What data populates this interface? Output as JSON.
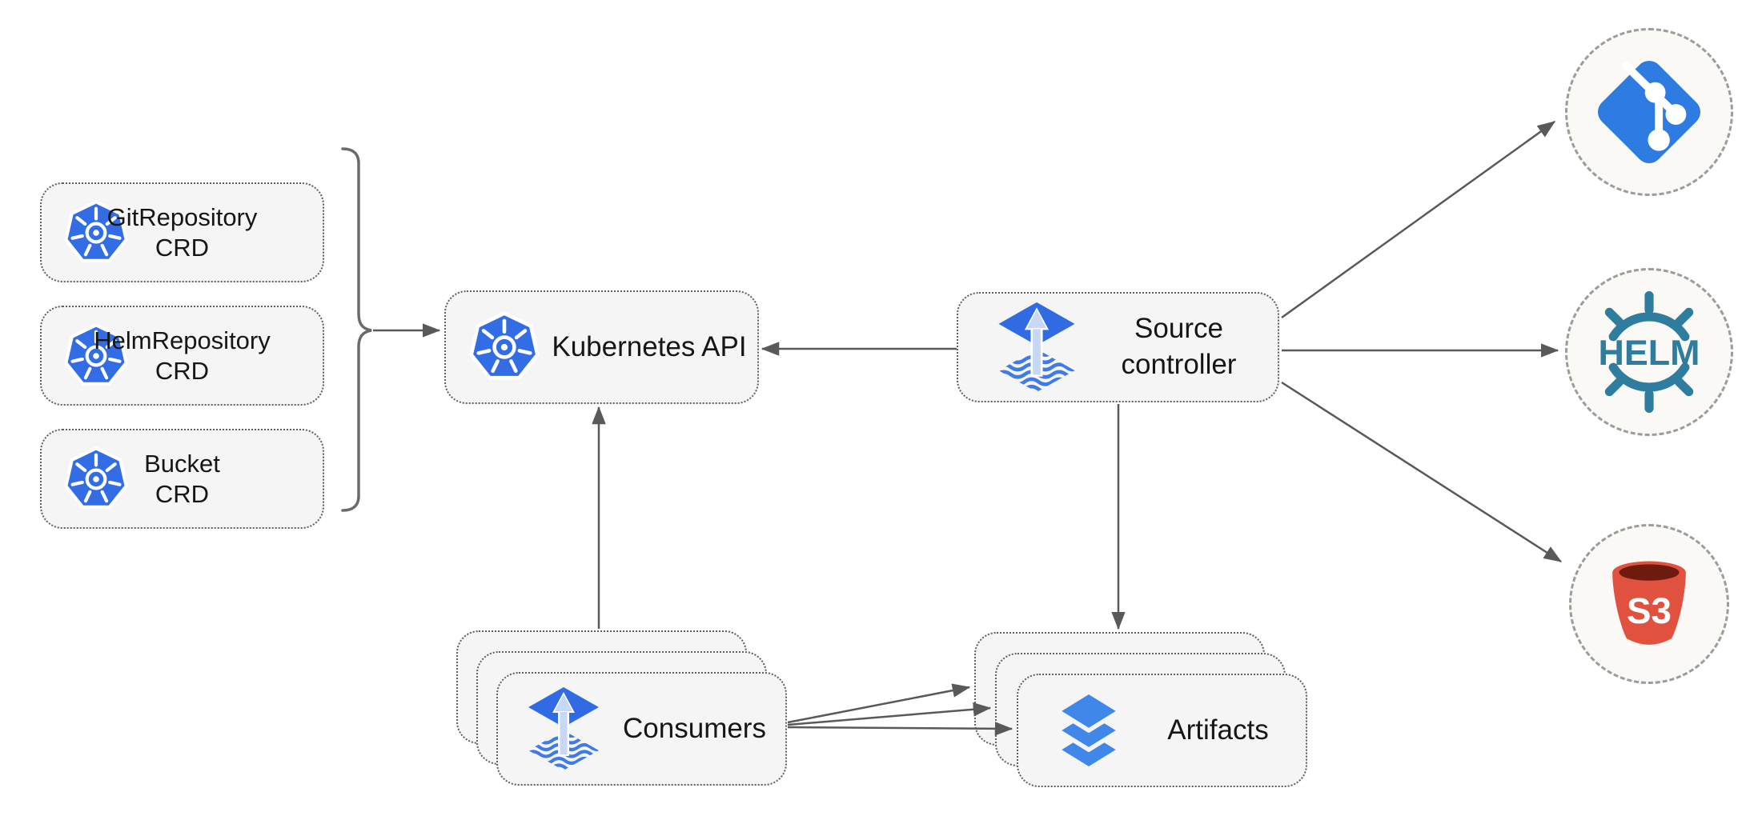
{
  "nodes": {
    "crd": [
      {
        "id": "gitrepository-crd",
        "label_line1": "GitRepository",
        "label_line2": "CRD",
        "icon": "kubernetes-icon"
      },
      {
        "id": "helmrepository-crd",
        "label_line1": "HelmRepository",
        "label_line2": "CRD",
        "icon": "kubernetes-icon"
      },
      {
        "id": "bucket-crd",
        "label_line1": "Bucket",
        "label_line2": "CRD",
        "icon": "kubernetes-icon"
      }
    ],
    "kubernetes_api": {
      "label": "Kubernetes API",
      "icon": "kubernetes-icon"
    },
    "source_controller": {
      "label_line1": "Source",
      "label_line2": "controller",
      "icon": "flux-source-controller-icon"
    },
    "consumers": {
      "label": "Consumers",
      "icon": "flux-source-controller-icon",
      "stack_count": 3
    },
    "artifacts": {
      "label": "Artifacts",
      "icon": "layers-icon",
      "stack_count": 3
    },
    "git_endpoint": {
      "icon": "git-icon"
    },
    "helm_endpoint": {
      "icon": "helm-icon",
      "label": "HELM"
    },
    "s3_endpoint": {
      "icon": "s3-bucket-icon",
      "label": "S3"
    }
  },
  "edges": [
    {
      "from": "crd-group",
      "to": "kubernetes-api",
      "style": "arrow",
      "via": "curly-brace"
    },
    {
      "from": "source-controller",
      "to": "kubernetes-api",
      "style": "arrow"
    },
    {
      "from": "consumers",
      "to": "kubernetes-api",
      "style": "arrow"
    },
    {
      "from": "source-controller",
      "to": "artifacts",
      "style": "arrow"
    },
    {
      "from": "source-controller",
      "to": "git-endpoint",
      "style": "arrow"
    },
    {
      "from": "source-controller",
      "to": "helm-endpoint",
      "style": "arrow"
    },
    {
      "from": "source-controller",
      "to": "s3-endpoint",
      "style": "arrow"
    },
    {
      "from": "consumers",
      "to": "artifacts",
      "style": "arrow",
      "count": 3
    }
  ],
  "colors": {
    "kubernetes_blue": "#326de6",
    "flux_blue": "#316be3",
    "flux_wave_blue": "#3f7ae8",
    "flux_arrow_light": "#c7d7f6",
    "layers_blue": "#3f87e8",
    "git_blue": "#2e7ce1",
    "helm_teal": "#2e7d9f",
    "s3_red": "#e0523f",
    "s3_dark_red": "#6e1a0e",
    "node_fill": "#f5f5f5",
    "node_border": "#5f5f5f",
    "circle_border": "#9c9c9c",
    "arrow": "#595959",
    "text": "#161616"
  }
}
